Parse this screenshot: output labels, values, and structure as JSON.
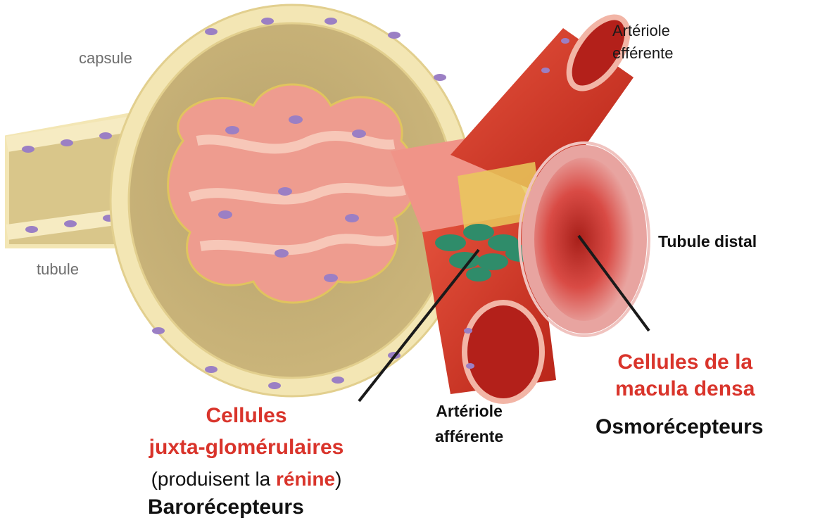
{
  "labels": {
    "capsule": "capsule",
    "tubule": "tubule",
    "efferent_line1": "Artériole",
    "efferent_line2": "efférente",
    "distal": "Tubule distal",
    "macula_line1": "Cellules de la",
    "macula_line2": "macula densa",
    "osmo": "Osmorécepteurs",
    "afferent_line1": "Artériole",
    "afferent_line2": "afférente",
    "jg_line1": "Cellules",
    "jg_line2": "juxta-glomérulaires",
    "renin_before": "(produisent la ",
    "renin_word": "rénine",
    "renin_after": ")",
    "baro": "Barorécepteurs"
  },
  "colors": {
    "label_red": "#d9342b",
    "capsule_tan": "#d9c68a",
    "capsule_border": "#f3e6b4",
    "nucleus": "#9b7fc4",
    "artery_red": "#d8392b",
    "glomerulus_pink": "#ee9c8f",
    "jg_green": "#2f8c6a",
    "macula_pink": "#e8a4a0"
  }
}
